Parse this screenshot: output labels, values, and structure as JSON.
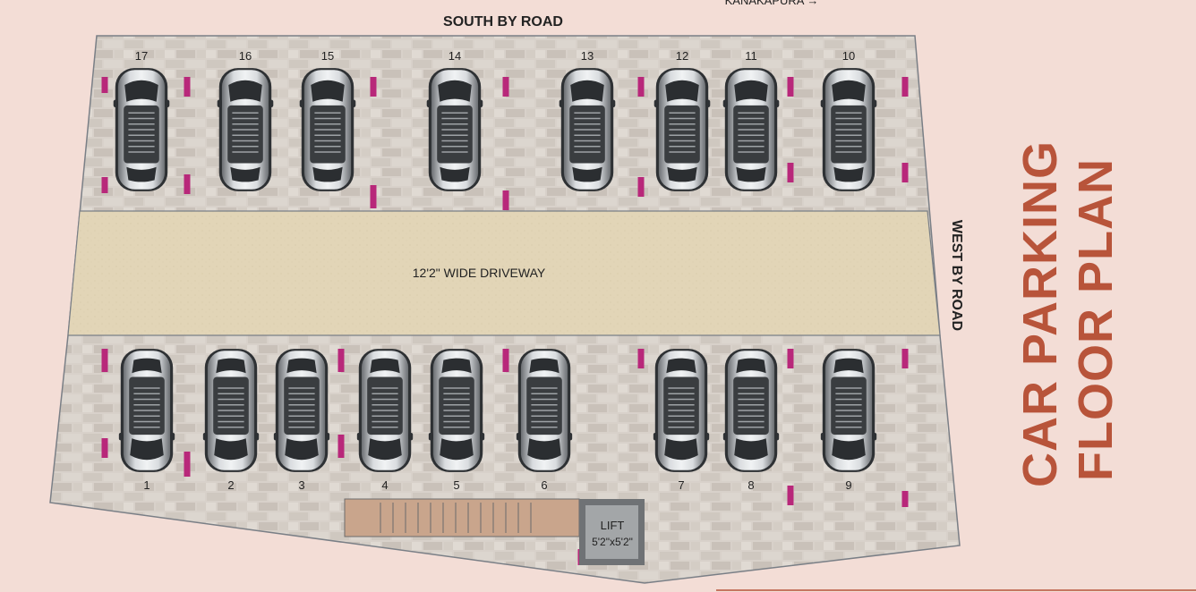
{
  "labels": {
    "south_road": "SOUTH  BY ROAD",
    "west_road": "WEST  BY ROAD",
    "top_clipped": "KANAKAPURA →",
    "driveway": "12'2\" WIDE DRIVEWAY",
    "lift_title": "LIFT",
    "lift_size": "5'2\"x5'2\"",
    "title_line1": "CAR PARKING",
    "title_line2": "FLOOR PLAN"
  },
  "colors": {
    "background": "#f3ddd6",
    "paving": "#d9d3cc",
    "paving_dark": "#c2bab2",
    "driveway": "#e2d5b7",
    "pillar": "#b8287a",
    "title": "#b8543a",
    "stair": "#c49b82",
    "lift": "#9ea0a2"
  },
  "top_row_slots": [
    "17",
    "16",
    "15",
    "14",
    "13",
    "12",
    "11",
    "10"
  ],
  "bottom_row_slots": [
    "1",
    "2",
    "3",
    "4",
    "5",
    "6",
    "7",
    "8",
    "9"
  ]
}
